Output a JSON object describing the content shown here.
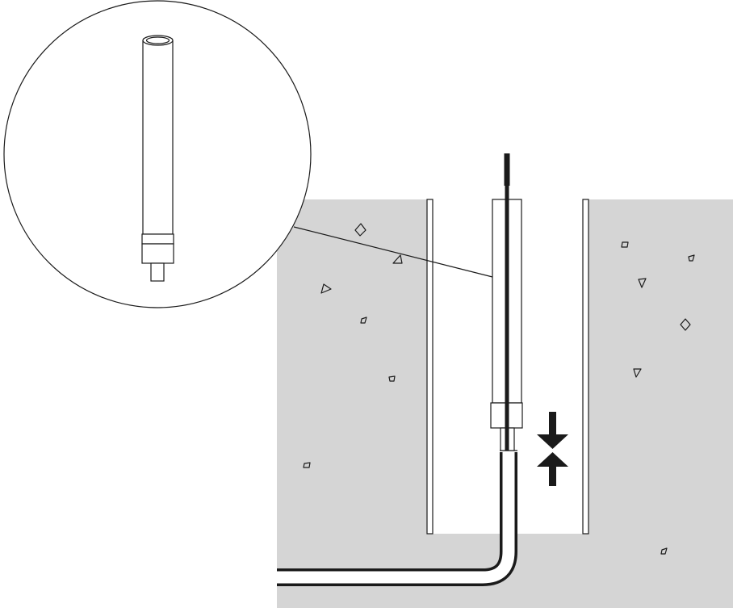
{
  "diagram": {
    "kind": "technical-illustration",
    "colors": {
      "background": "#ffffff",
      "ground": "#d5d5d5",
      "line": "#1a1a1a",
      "arrow": "#1a1a1a"
    },
    "parts": [
      "detail-magnifier",
      "tube-detail",
      "ground-block",
      "borehole",
      "casing-wall-left",
      "casing-wall-right",
      "probe-tube",
      "probe-cable",
      "probe-sleeve",
      "probe-tip",
      "bent-pipe",
      "gap-indicator-arrows",
      "aggregate-pebbles"
    ]
  }
}
